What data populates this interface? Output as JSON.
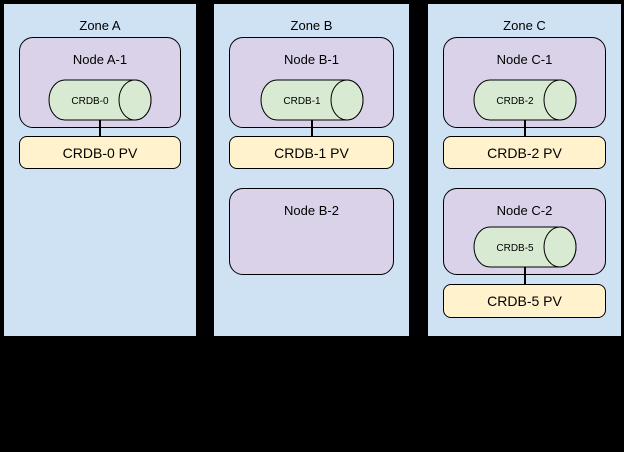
{
  "colors": {
    "canvas_background": "#000000",
    "zone_fill": "#cfe2f3",
    "node_fill": "#d9d2e9",
    "cylinder_fill": "#d9ead3",
    "pv_fill": "#fff2cc",
    "shape_border": "#000000",
    "text": "#000000"
  },
  "zones": [
    {
      "label": "Zone A",
      "nodes": [
        {
          "title": "Node A-1",
          "cylinder_label": "CRDB-0",
          "pv_label": "CRDB-0 PV"
        }
      ]
    },
    {
      "label": "Zone B",
      "nodes": [
        {
          "title": "Node B-1",
          "cylinder_label": "CRDB-1",
          "pv_label": "CRDB-1 PV"
        },
        {
          "title": "Node B-2"
        }
      ]
    },
    {
      "label": "Zone C",
      "nodes": [
        {
          "title": "Node C-1",
          "cylinder_label": "CRDB-2",
          "pv_label": "CRDB-2 PV"
        },
        {
          "title": "Node C-2",
          "cylinder_label": "CRDB-5",
          "pv_label": "CRDB-5 PV"
        }
      ]
    }
  ]
}
